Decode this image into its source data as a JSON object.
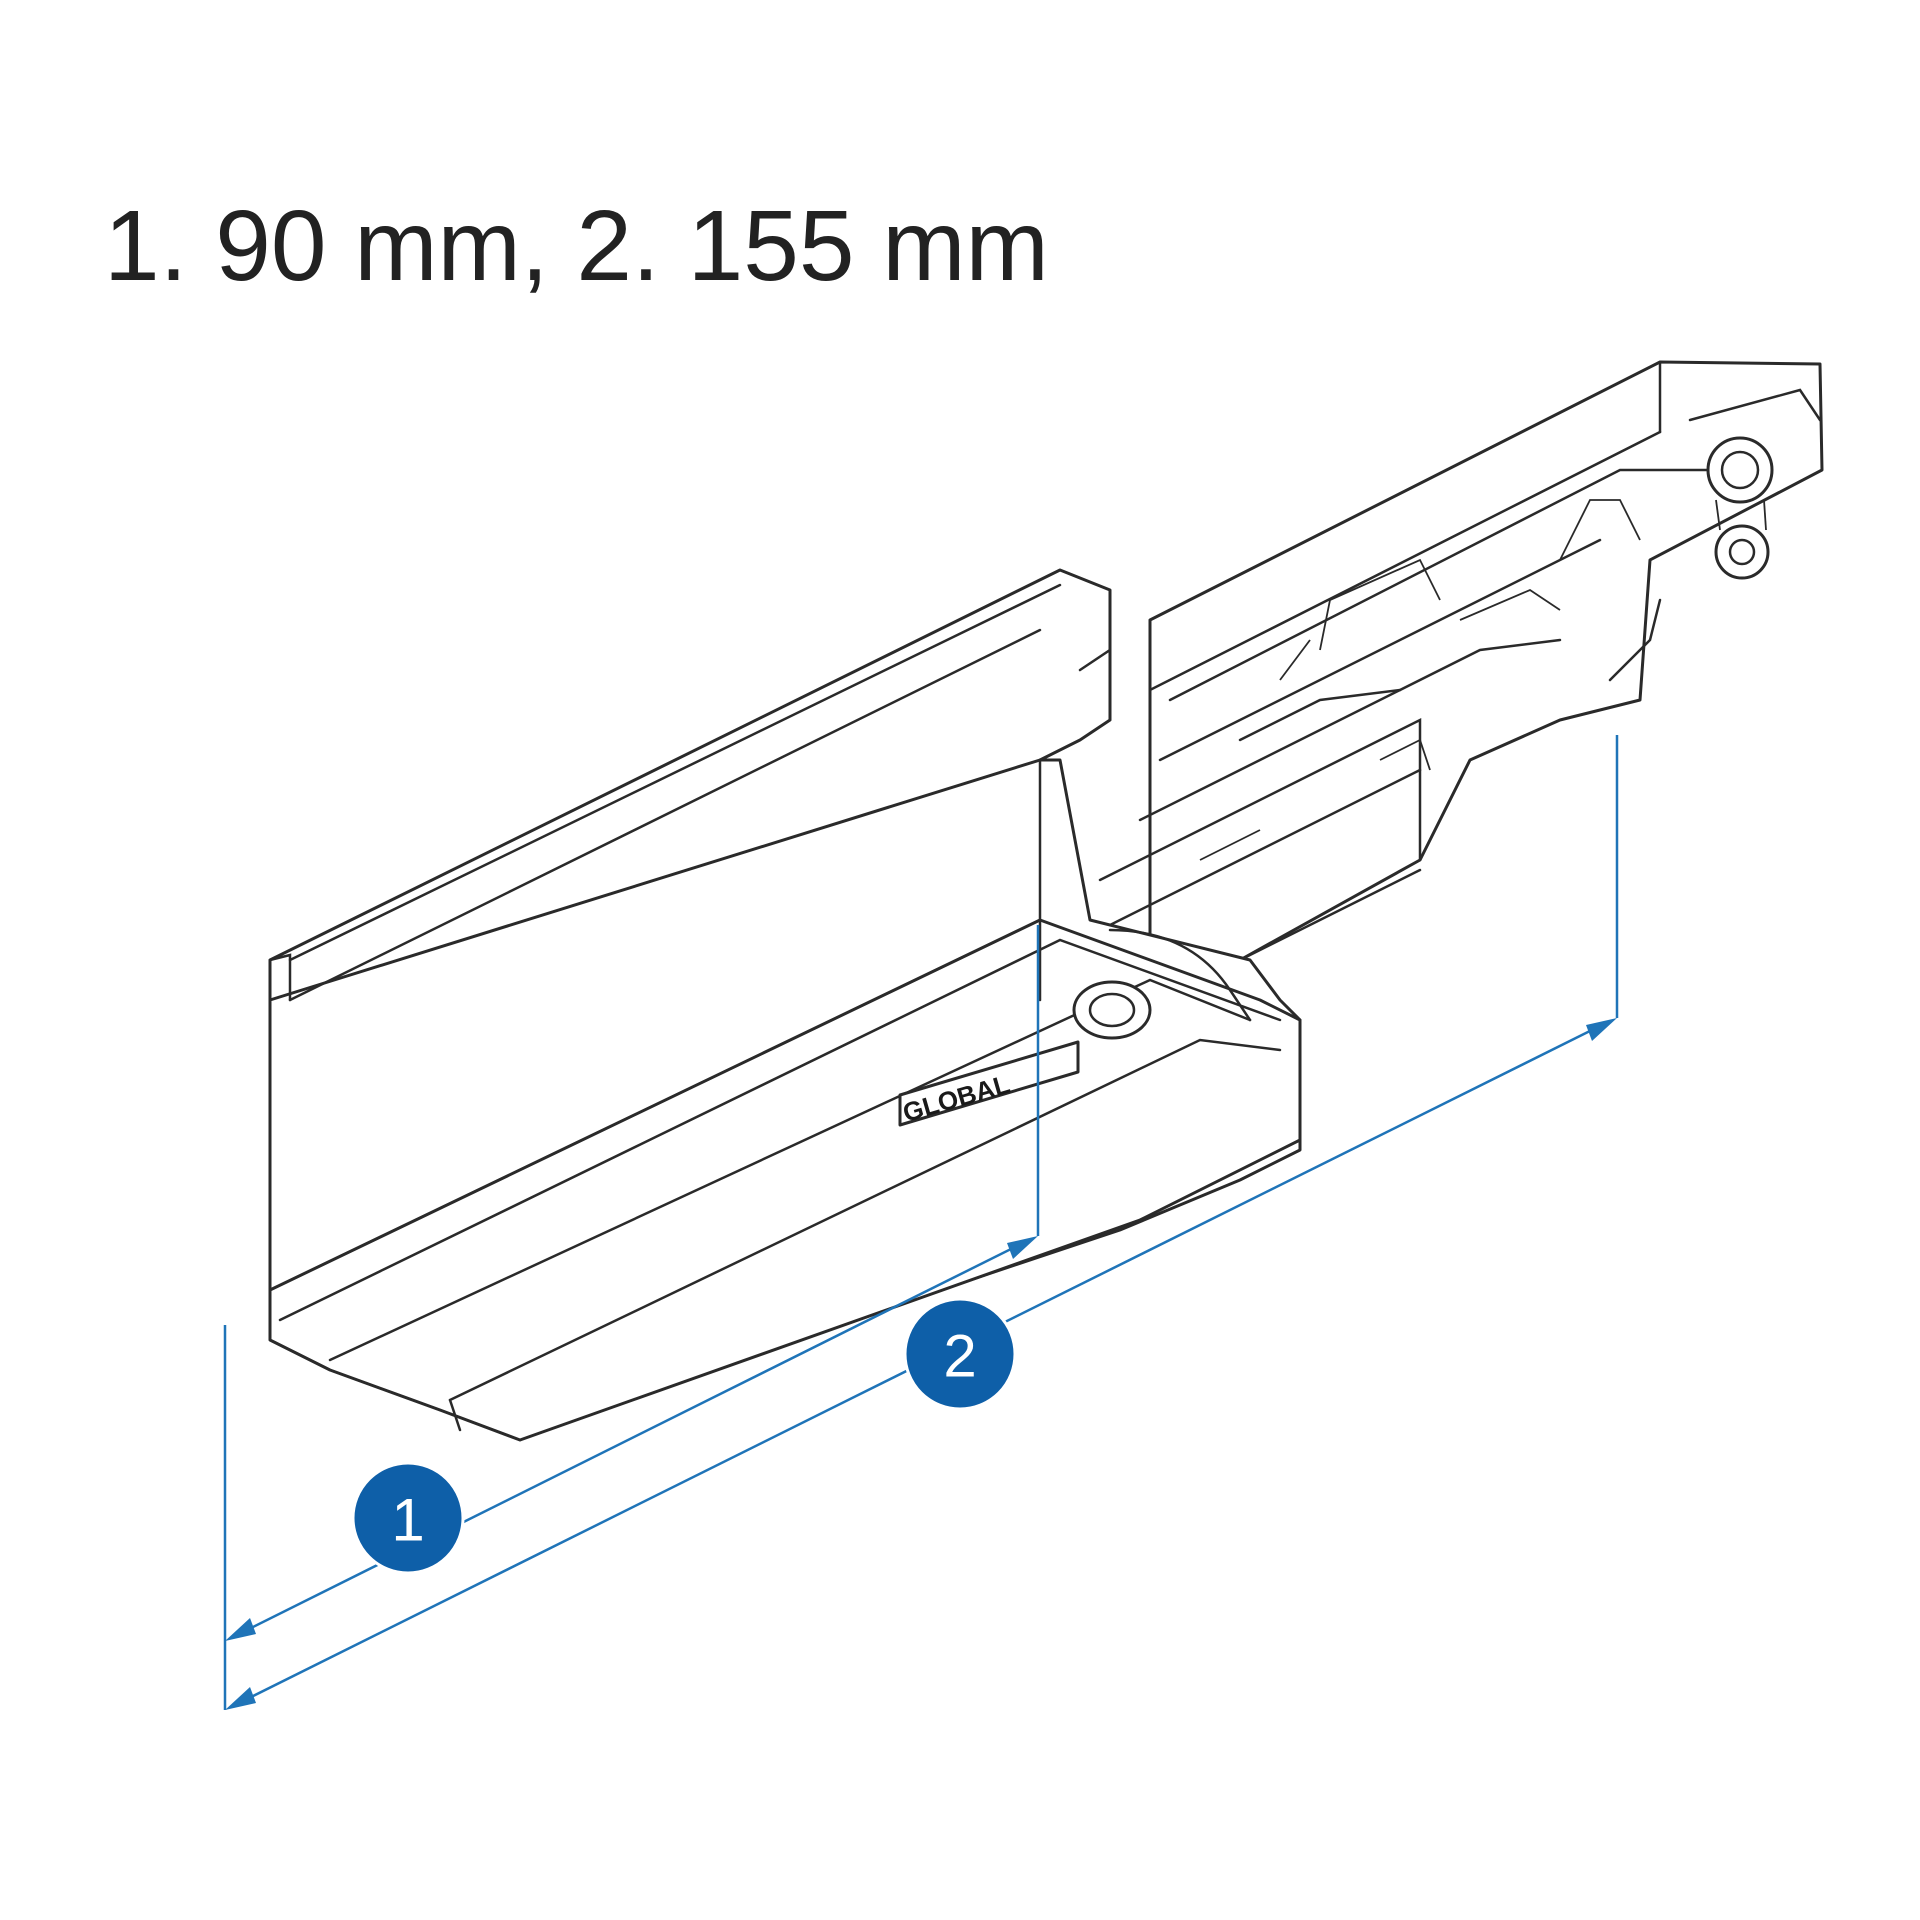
{
  "heading": {
    "item1_marker": "1.",
    "item1_value": "90 mm,",
    "item2_marker": "2.",
    "item2_value": "155 mm"
  },
  "callouts": [
    {
      "label": "1"
    },
    {
      "label": "2"
    }
  ],
  "product_logo": "GLOBAL",
  "colors": {
    "dimension_line": "#1f74b8",
    "callout_fill": "#0e5fa8",
    "outline": "#2a2a2a"
  }
}
